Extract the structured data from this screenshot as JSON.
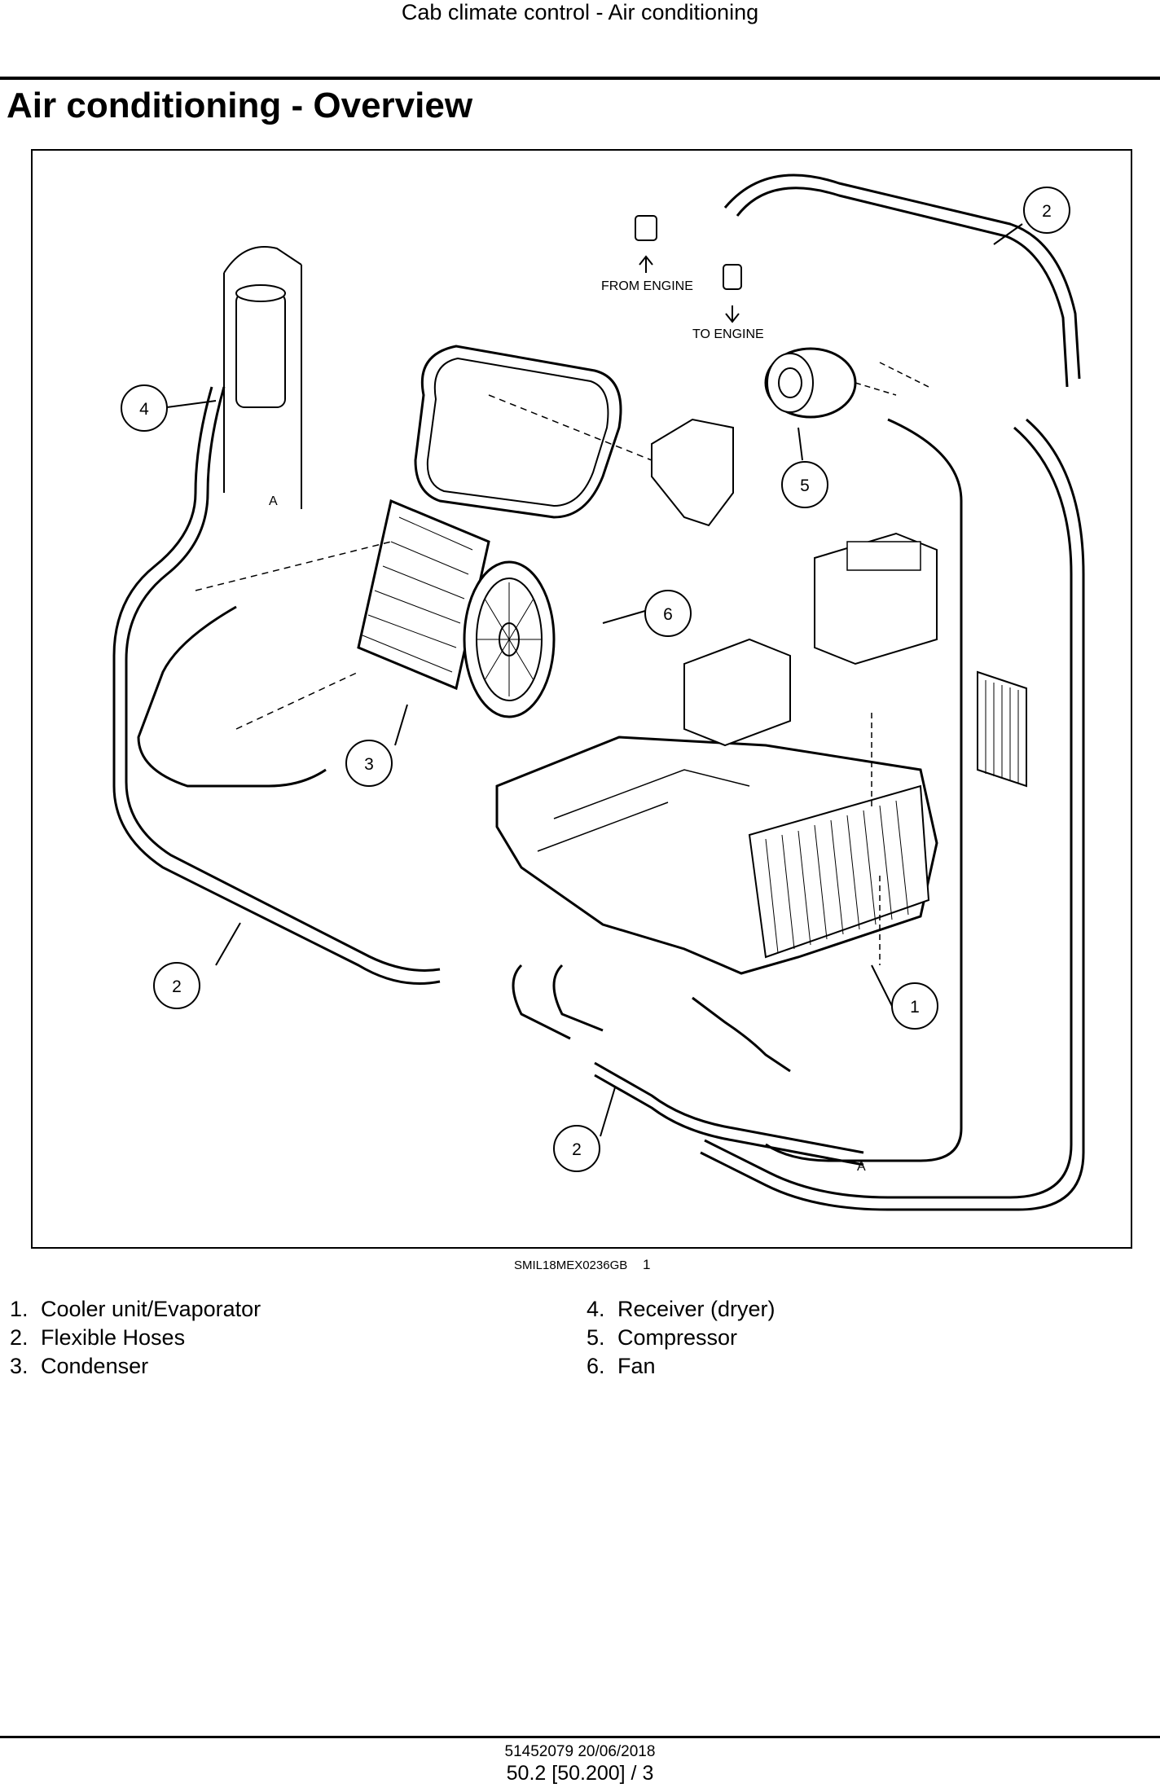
{
  "header": {
    "section": "Cab climate control - Air conditioning"
  },
  "title": "Air conditioning - Overview",
  "figure": {
    "callouts": [
      "1",
      "2",
      "3",
      "4",
      "5",
      "6"
    ],
    "annotations": {
      "from_engine": "FROM ENGINE",
      "to_engine": "TO ENGINE",
      "connector": "A"
    },
    "image_id": "SMIL18MEX0236GB",
    "figure_number": "1"
  },
  "legend": {
    "left": [
      {
        "num": "1.",
        "label": "Cooler unit/Evaporator"
      },
      {
        "num": "2.",
        "label": "Flexible Hoses"
      },
      {
        "num": "3.",
        "label": "Condenser"
      }
    ],
    "right": [
      {
        "num": "4.",
        "label": "Receiver (dryer)"
      },
      {
        "num": "5.",
        "label": "Compressor"
      },
      {
        "num": "6.",
        "label": "Fan"
      }
    ]
  },
  "footer": {
    "doc_ref": "51452079 20/06/2018",
    "page_ref": "50.2 [50.200] / 3"
  }
}
